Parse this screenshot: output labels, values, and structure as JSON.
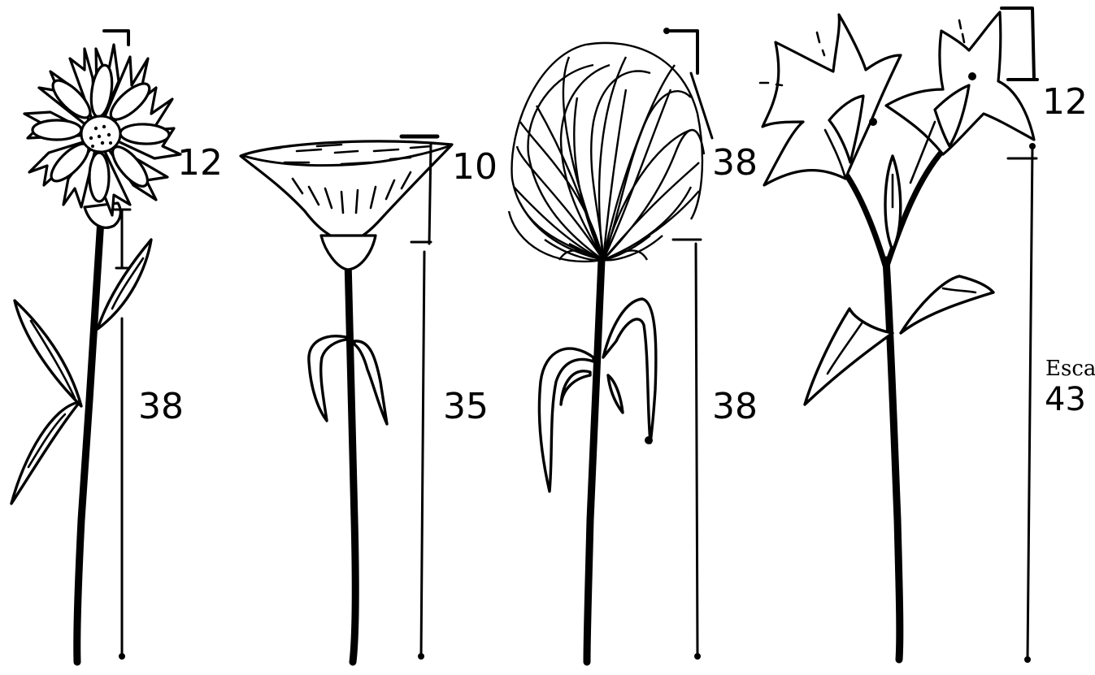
{
  "figure": {
    "background": "#ffffff",
    "ink": "#000000",
    "flowers": [
      {
        "id": "daisy",
        "head_height_label": "12",
        "total_height_label": "38"
      },
      {
        "id": "cone",
        "head_height_label": "10",
        "total_height_label": "35"
      },
      {
        "id": "filament",
        "head_height_label": "38",
        "total_height_label": "38"
      },
      {
        "id": "lily",
        "head_height_label": "12",
        "total_height_label": "43",
        "scale_note": "Esca"
      }
    ]
  }
}
